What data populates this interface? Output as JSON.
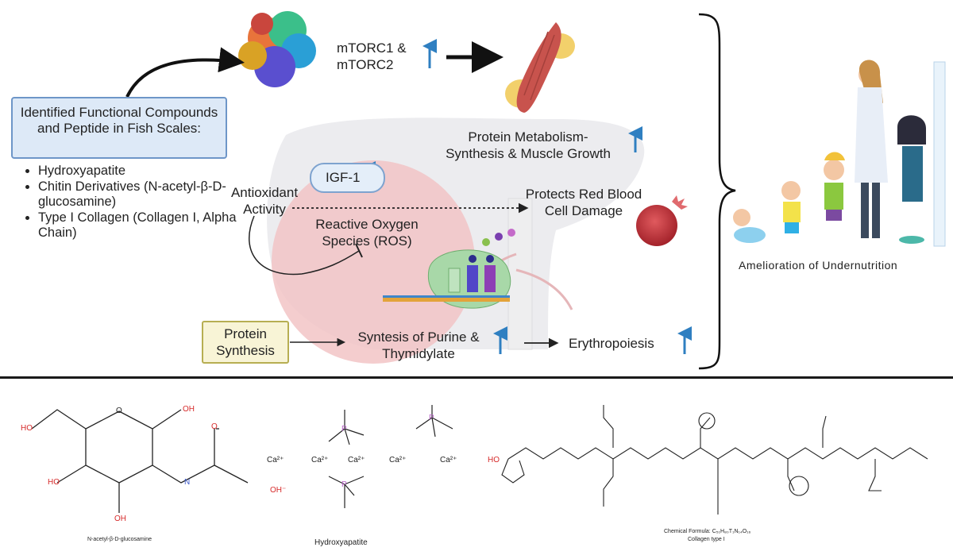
{
  "compounds_box": {
    "title": "Identified Functional Compounds and Peptide in Fish Scales:"
  },
  "compounds_list": [
    "Hydroxyapatite",
    "Chitin Derivatives (N-acetyl-β-D-glucosamine)",
    "Type I Collagen (Collagen I, Alpha Chain)"
  ],
  "mtorc": {
    "line1": "mTORC1 &",
    "line2": "mTORC2"
  },
  "protein_metabolism": {
    "line1": "Protein Metabolism-",
    "line2": "Synthesis & Muscle Growth"
  },
  "igf": "IGF-1",
  "antioxidant": {
    "line1": "Antioxidant",
    "line2": "Activity"
  },
  "ros": {
    "line1": "Reactive Oxygen",
    "line2": "Species (ROS)"
  },
  "rbc": {
    "line1": "Protects Red Blood",
    "line2": "Cell Damage"
  },
  "protein_synthesis": {
    "line1": "Protein",
    "line2": "Synthesis"
  },
  "purine": {
    "line1": "Syntesis of Purine &",
    "line2": "Thymidylate"
  },
  "erythropoiesis": "Erythropoiesis",
  "outcome": "Amelioration of Undernutrition",
  "structures": {
    "glucosamine_caption": "N-acetyl-β-D-glucosamine",
    "hydroxyapatite_caption": "Hydroxyapatite",
    "collagen_formula_prefix": "Chemical Formula:",
    "collagen_formula": "C₅₁H₈₀T₁N₁₄O₁₆",
    "collagen_caption": "Collagen type I",
    "ca_ion": "Ca²⁺",
    "oh_ion": "OH⁻",
    "atom_p": "P",
    "atom_o": "O",
    "atom_oh": "OH",
    "atom_n": "N",
    "atom_ho": "HO"
  },
  "colors": {
    "arrow_up": "#2f7fc1",
    "liver": "#f2c4c6",
    "muscle": "#c8534d",
    "fat": "#f2d06b",
    "divider": "#1a1a1a"
  }
}
